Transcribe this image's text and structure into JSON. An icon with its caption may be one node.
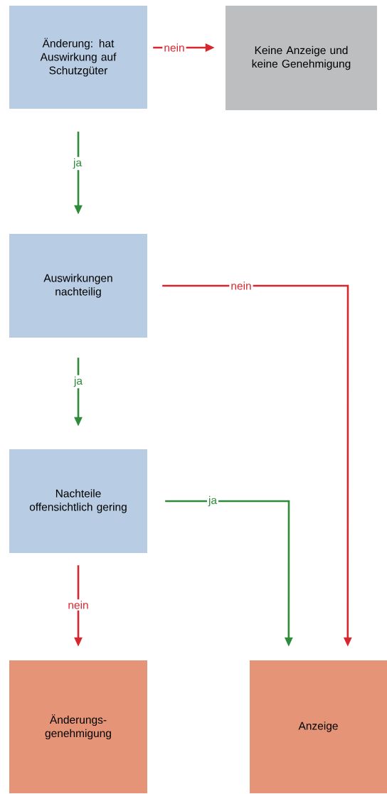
{
  "diagram": {
    "nodes": [
      {
        "text": [
          "Änderung: hat Auswirkung auf Schutzgüter"
        ]
      },
      {
        "text": [
          "Keine Anzeige und keine Genehmigung"
        ]
      },
      {
        "text": [
          "Auswirkungen nachteilig"
        ]
      },
      {
        "text": [
          "Nachteile offensichtlich gering"
        ]
      },
      {
        "text": [
          "Änderungs- genehmigung"
        ]
      },
      {
        "text": [
          "Anzeige"
        ]
      }
    ],
    "edges": [
      {
        "from": 0,
        "to": 1,
        "arrow": "to",
        "label": "nein",
        "color": "#d7262e"
      },
      {
        "from": 0,
        "to": 2,
        "arrow": "to",
        "label": "ja",
        "color": "#2e8b3a"
      },
      {
        "from": 2,
        "to": 5,
        "arrow": "to",
        "label": "nein",
        "color": "#d7262e"
      },
      {
        "from": 2,
        "to": 3,
        "arrow": "to",
        "label": "ja",
        "color": "#2e8b3a"
      },
      {
        "from": 3,
        "to": 5,
        "arrow": "to",
        "label": "ja",
        "color": "#2e8b3a"
      },
      {
        "from": 3,
        "to": 4,
        "arrow": "to",
        "label": "nein",
        "color": "#d7262e"
      }
    ]
  }
}
